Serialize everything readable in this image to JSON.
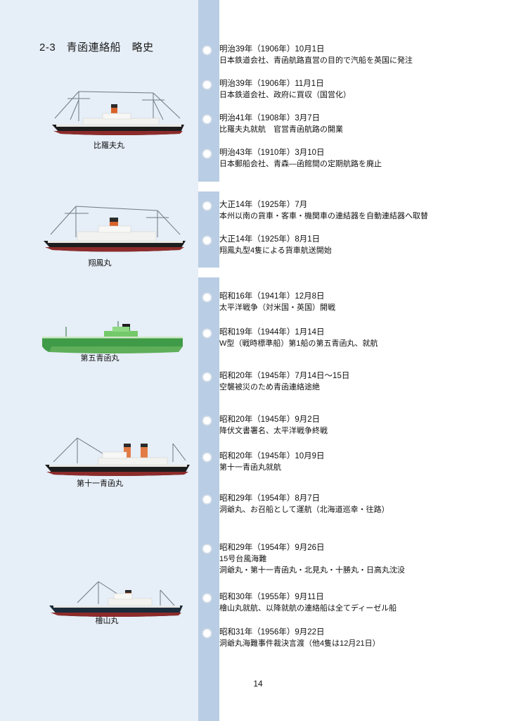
{
  "document": {
    "title": "2-3　青函連絡船　略史",
    "page_number": "14"
  },
  "ships": [
    {
      "caption": "比羅夫丸"
    },
    {
      "caption": "翔鳳丸"
    },
    {
      "caption": "第五青函丸"
    },
    {
      "caption": "第十一青函丸"
    },
    {
      "caption": "檜山丸"
    }
  ],
  "events": [
    {
      "date": "明治39年（1906年）10月1日",
      "desc": "日本鉄道会社、青函航路直営の目的で汽船を英国に発注",
      "desc2": ""
    },
    {
      "date": "明治39年（1906年）11月1日",
      "desc": "日本鉄道会社、政府に買収（国営化）",
      "desc2": ""
    },
    {
      "date": "明治41年（1908年）3月7日",
      "desc": "比羅夫丸就航　官営青函航路の開業",
      "desc2": ""
    },
    {
      "date": "明治43年（1910年）3月10日",
      "desc": "日本郵船会社、青森―函館間の定期航路を廃止",
      "desc2": ""
    },
    {
      "date": "大正14年（1925年）7月",
      "desc": "本州以南の貨車・客車・機関車の連結器を自動連結器へ取替",
      "desc2": ""
    },
    {
      "date": "大正14年（1925年）8月1日",
      "desc": "翔鳳丸型4隻による貨車航送開始",
      "desc2": ""
    },
    {
      "date": "昭和16年（1941年）12月8日",
      "desc": "太平洋戦争（対米国・英国）開戦",
      "desc2": ""
    },
    {
      "date": "昭和19年（1944年）1月14日",
      "desc": "W型（戦時標準船）第1船の第五青函丸、就航",
      "desc2": ""
    },
    {
      "date": "昭和20年（1945年）7月14日～15日",
      "desc": "空襲被災のため青函連絡途絶",
      "desc2": ""
    },
    {
      "date": "昭和20年（1945年）9月2日",
      "desc": "降伏文書署名、太平洋戦争終戦",
      "desc2": ""
    },
    {
      "date": "昭和20年（1945年）10月9日",
      "desc": "第十一青函丸就航",
      "desc2": ""
    },
    {
      "date": "昭和29年（1954年）8月7日",
      "desc": "洞爺丸、お召船として運航（北海道巡幸・往路）",
      "desc2": ""
    },
    {
      "date": "昭和29年（1954年）9月26日",
      "desc": "15号台風海難",
      "desc2": "洞爺丸・第十一青函丸・北見丸・十勝丸・日高丸沈没"
    },
    {
      "date": "昭和30年（1955年）9月11日",
      "desc": "檜山丸就航、以降就航の連絡船は全てディーゼル船",
      "desc2": ""
    },
    {
      "date": "昭和31年（1956年）9月22日",
      "desc": "洞爺丸海難事件裁決言渡（他4隻は12月21日）",
      "desc2": ""
    }
  ],
  "colors": {
    "panel": "#e6eef7",
    "strip": "#b9cde4",
    "text": "#111111"
  }
}
